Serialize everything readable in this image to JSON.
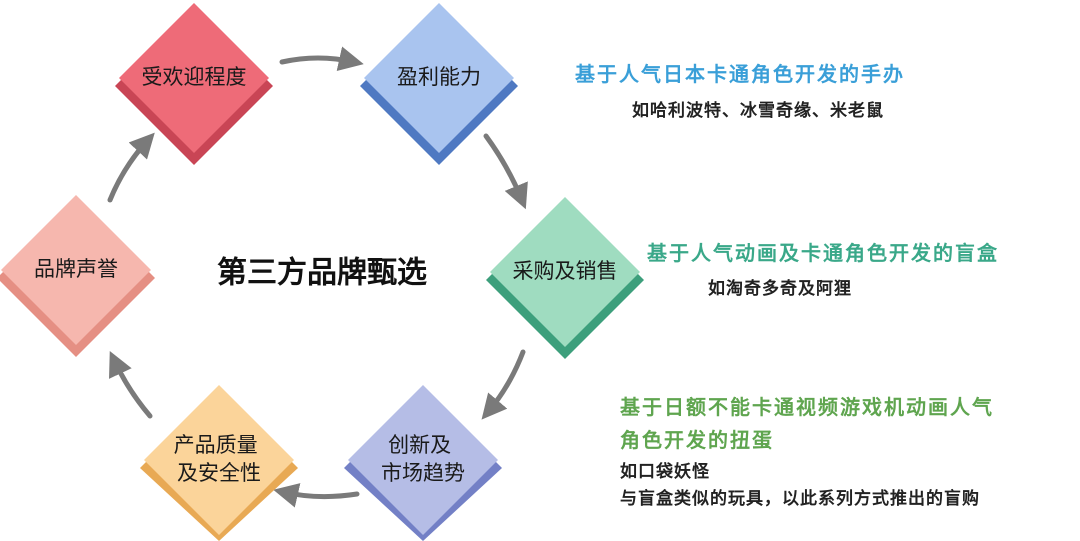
{
  "center_title": "第三方品牌甄选",
  "nodes": [
    {
      "label_lines": [
        "受欢迎程度"
      ],
      "color": "#ee6b78",
      "shadow": "#c94555"
    },
    {
      "label_lines": [
        "盈利能力"
      ],
      "color": "#a9c4ef",
      "shadow": "#4f79c2"
    },
    {
      "label_lines": [
        "采购及销售"
      ],
      "color": "#9fdcc0",
      "shadow": "#3d9f7c"
    },
    {
      "label_lines": [
        "创新及",
        "市场趋势"
      ],
      "color": "#b5bde6",
      "shadow": "#7380c6"
    },
    {
      "label_lines": [
        "产品质量",
        "及安全性"
      ],
      "color": "#fbd49a",
      "shadow": "#e8a954"
    },
    {
      "label_lines": [
        "品牌声誉"
      ],
      "color": "#f6b7ae",
      "shadow": "#e58f83"
    }
  ],
  "descriptions": [
    {
      "heading_lines": [
        "基于人气日本卡通角色开发的手办"
      ],
      "heading_color": "#3a9fd8",
      "detail_lines": [
        "如哈利波特、冰雪奇缘、米老鼠"
      ]
    },
    {
      "heading_lines": [
        "基于人气动画及卡通角色开发的盲盒"
      ],
      "heading_color": "#3aa889",
      "detail_lines": [
        "如淘奇多奇及阿狸"
      ]
    },
    {
      "heading_lines": [
        "基于日额不能卡通视频游戏机动画人气",
        "角色开发的扭蛋"
      ],
      "heading_color": "#5fa54f",
      "detail_lines": [
        "如口袋妖怪",
        "与盲盒类似的玩具，以此系列方式推出的盲购"
      ]
    }
  ],
  "arrow_color": "#7a7a7a"
}
